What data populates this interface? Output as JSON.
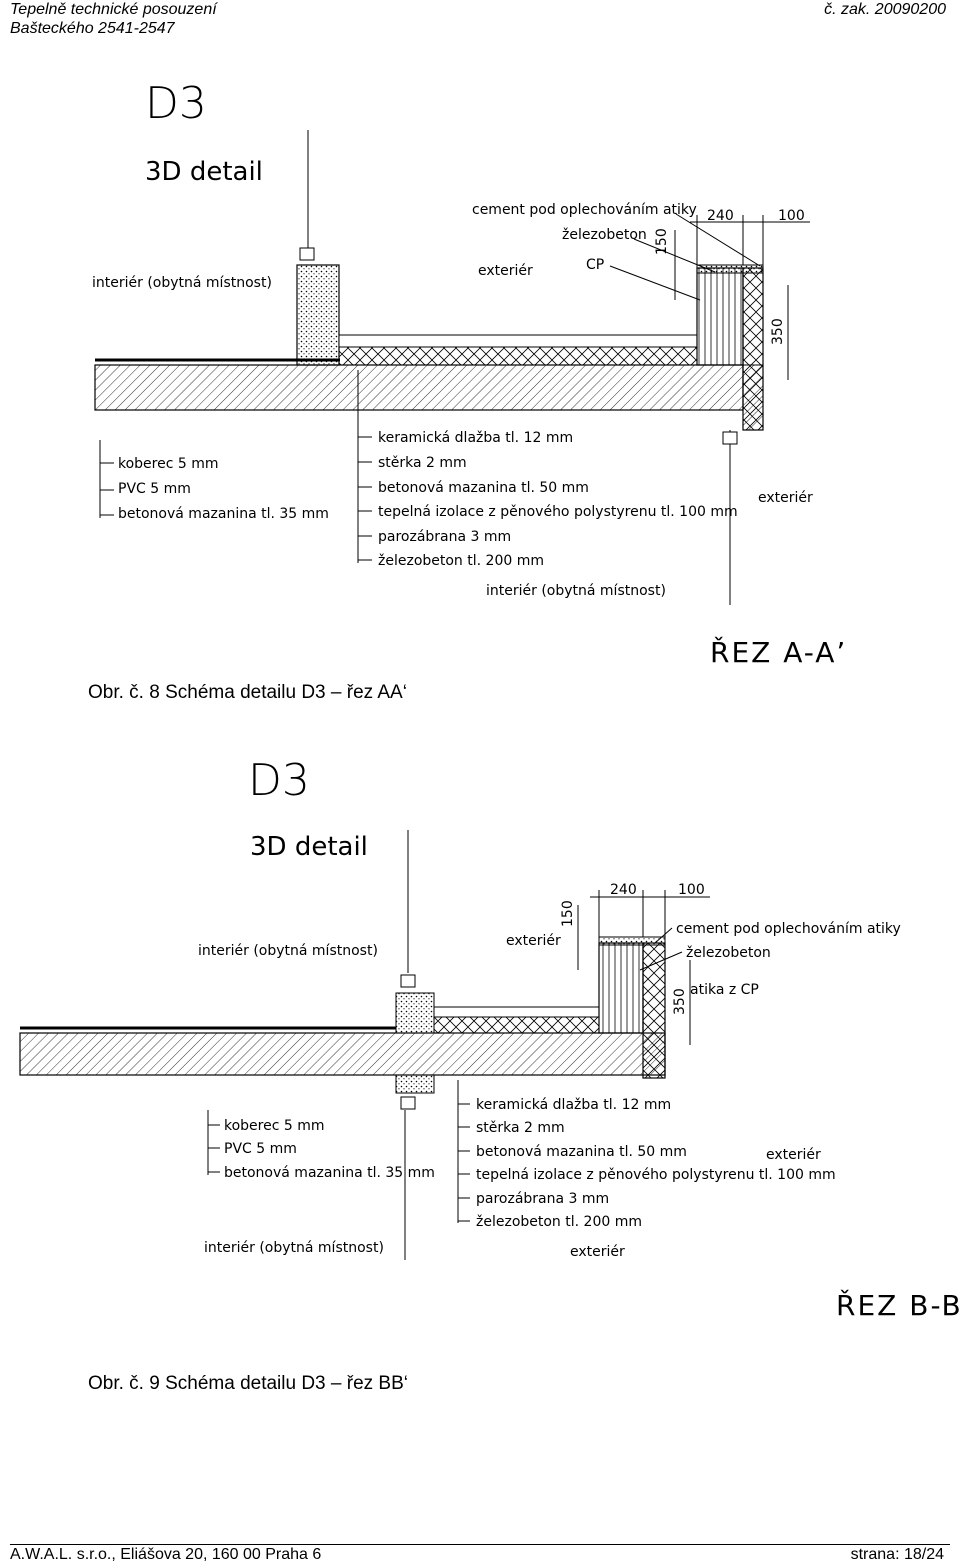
{
  "header": {
    "title": "Tepelně technické posouzení",
    "address": "Bašteckého 2541-2547",
    "order_no": "č. zak. 20090200"
  },
  "figure1": {
    "code": "D3",
    "subtitle": "3D detail",
    "interior_label": "interiér (obytná místnost)",
    "interior_label_bottom": "interiér (obytná místnost)",
    "exterior_label": "exteriér",
    "exterior_label_right": "exteriér",
    "callouts_top": [
      "cement pod oplechováním atiky",
      "železobeton",
      "CP"
    ],
    "dims": [
      "240",
      "100",
      "150",
      "350"
    ],
    "layers_left": [
      "koberec 5 mm",
      "PVC 5 mm",
      "betonová mazanina tl. 35 mm"
    ],
    "layers_right": [
      "keramická dlažba tl. 12 mm",
      "stěrka 2 mm",
      "betonová mazanina tl. 50 mm",
      "tepelná izolace z pěnového polystyrenu tl. 100 mm",
      "parozábrana 3 mm",
      "železobeton tl. 200 mm"
    ],
    "section_label": "ŘEZ A-A’",
    "caption": "Obr. č. 8 Schéma detailu D3 – řez AA‘"
  },
  "figure2": {
    "code": "D3",
    "subtitle": "3D detail",
    "interior_label": "interiér (obytná místnost)",
    "interior_label_bottom": "interiér (obytná místnost)",
    "exterior_label": "exteriér",
    "exterior_label_right": "exteriér",
    "exterior_label_bottom": "exteriér",
    "callouts_top": [
      "cement pod oplechováním atiky",
      "železobeton",
      "atika z CP"
    ],
    "dims": [
      "240",
      "100",
      "150",
      "350"
    ],
    "layers_left": [
      "koberec 5 mm",
      "PVC 5 mm",
      "betonová mazanina tl. 35 mm"
    ],
    "layers_right": [
      "keramická dlažba tl. 12 mm",
      "stěrka 2 mm",
      "betonová mazanina tl. 50 mm",
      "tepelná izolace z pěnového polystyrenu tl. 100 mm",
      "parozábrana 3 mm",
      "železobeton tl. 200 mm"
    ],
    "section_label": "ŘEZ B-B’",
    "caption": "Obr. č. 9 Schéma detailu D3 – řez BB‘"
  },
  "footer": {
    "company": "A.W.A.L. s.r.o., Eliášova 20, 160 00 Praha 6",
    "page": "strana: 18/24"
  }
}
